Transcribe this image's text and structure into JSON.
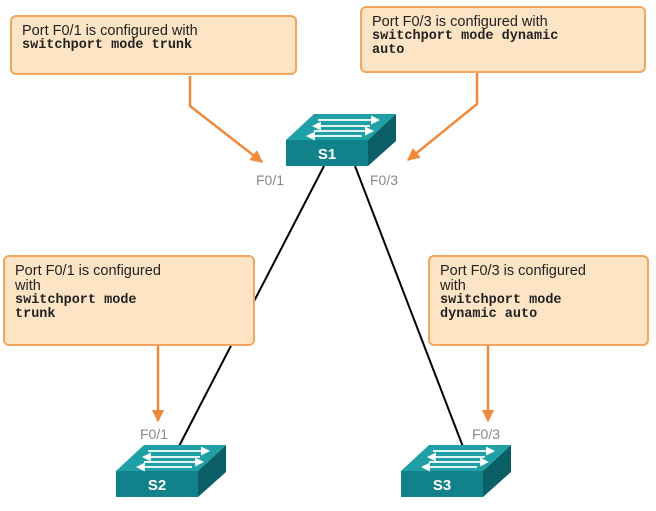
{
  "callouts": {
    "s1_f01": {
      "text": "Port F0/1 is configured with",
      "command": "switchport mode trunk"
    },
    "s1_f03": {
      "text": "Port F0/3 is configured with",
      "command_line1": "switchport mode dynamic",
      "command_line2": "auto"
    },
    "s2_f01": {
      "text_line1": "Port F0/1 is configured",
      "text_line2": "with",
      "command_line1": "switchport mode",
      "command_line2": "trunk"
    },
    "s3_f03": {
      "text_line1": "Port F0/3 is configured",
      "text_line2": "with",
      "command_line1": "switchport mode",
      "command_line2": "dynamic auto"
    }
  },
  "switches": {
    "s1": "S1",
    "s2": "S2",
    "s3": "S3"
  },
  "ports": {
    "s1_left": "F0/1",
    "s1_right": "F0/3",
    "s2_top": "F0/1",
    "s3_top": "F0/3"
  },
  "colors": {
    "switch_front": "#12828a",
    "switch_top": "#1fa0a6",
    "switch_side": "#0b5f66",
    "callout_fill": "#fde4c4",
    "callout_border": "#f0a860",
    "arrow": "#f08a3a",
    "link": "#000000"
  }
}
